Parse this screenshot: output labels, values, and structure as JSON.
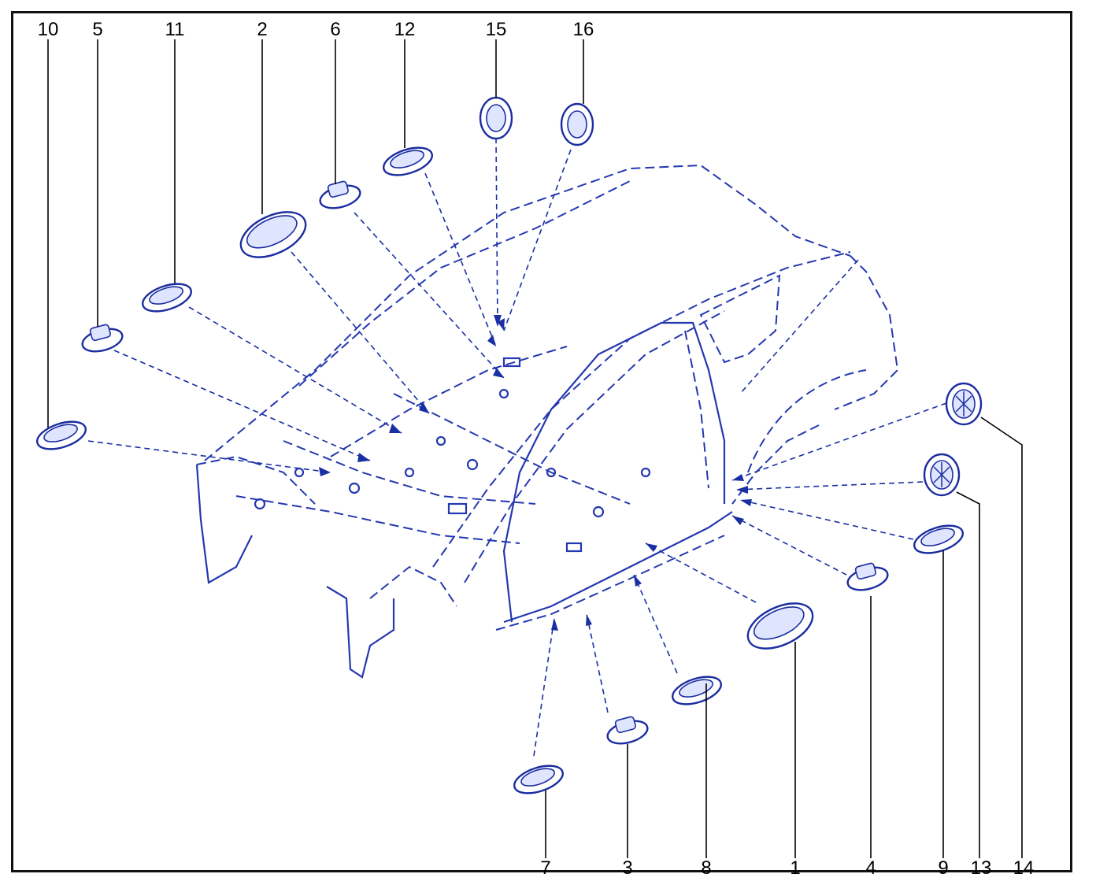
{
  "diagram": {
    "colors": {
      "ink": "#2438b0",
      "frame": "#111111",
      "label": "#000000"
    },
    "labels_top": [
      "10",
      "5",
      "11",
      "2",
      "6",
      "12",
      "15",
      "16"
    ],
    "labels_bottom": [
      "7",
      "3",
      "8",
      "1",
      "4",
      "9",
      "13",
      "14"
    ],
    "parts": [
      {
        "id": "1",
        "kind": "large-oval-plug"
      },
      {
        "id": "2",
        "kind": "large-oval-plug"
      },
      {
        "id": "3",
        "kind": "small-plug"
      },
      {
        "id": "4",
        "kind": "small-plug"
      },
      {
        "id": "5",
        "kind": "small-plug"
      },
      {
        "id": "6",
        "kind": "small-plug"
      },
      {
        "id": "7",
        "kind": "oval-plug"
      },
      {
        "id": "8",
        "kind": "oval-plug"
      },
      {
        "id": "9",
        "kind": "oval-plug"
      },
      {
        "id": "10",
        "kind": "oval-plug"
      },
      {
        "id": "11",
        "kind": "oval-plug"
      },
      {
        "id": "12",
        "kind": "oval-plug"
      },
      {
        "id": "13",
        "kind": "round-grommet"
      },
      {
        "id": "14",
        "kind": "round-grommet"
      },
      {
        "id": "15",
        "kind": "round-cap"
      },
      {
        "id": "16",
        "kind": "round-cap"
      }
    ]
  }
}
